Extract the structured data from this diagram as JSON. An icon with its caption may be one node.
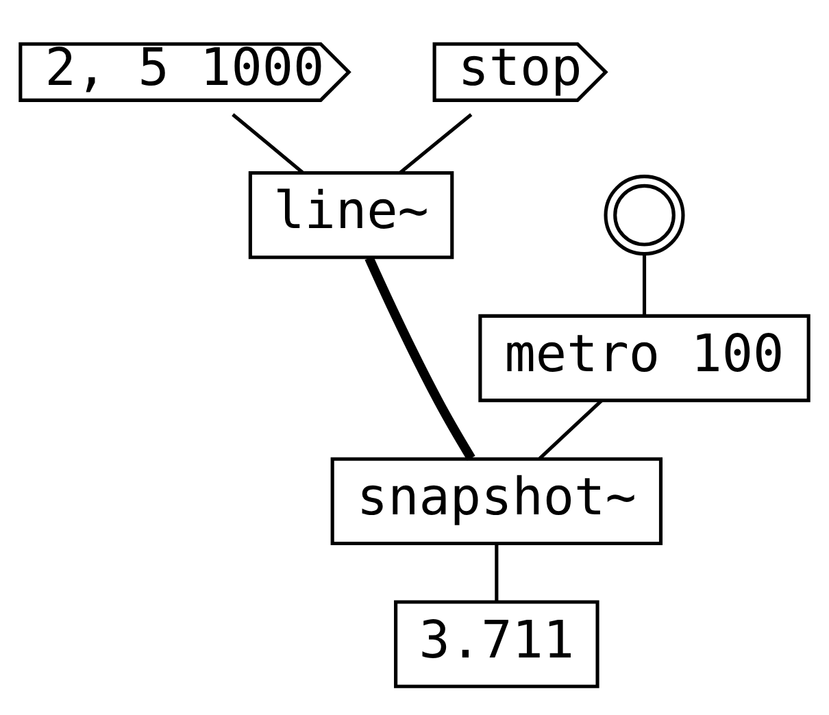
{
  "diagram": {
    "nodes": [
      {
        "text": [
          "2, 5 1000"
        ]
      },
      {
        "text": [
          "stop"
        ]
      },
      {
        "text": [
          "line~"
        ]
      },
      {
        "text": [],
        "shape": "circle"
      },
      {
        "text": [
          "metro 100"
        ]
      },
      {
        "text": [
          "snapshot~"
        ]
      },
      {
        "text": [
          "3.711"
        ]
      }
    ],
    "edges": [
      {
        "from": 0,
        "to": 2,
        "arrow": "none"
      },
      {
        "from": 1,
        "to": 2,
        "arrow": "none"
      },
      {
        "from": 3,
        "to": 4,
        "arrow": "none"
      },
      {
        "from": 2,
        "to": 5,
        "arrow": "none",
        "style": "thick"
      },
      {
        "from": 4,
        "to": 5,
        "arrow": "none"
      },
      {
        "from": 5,
        "to": 6,
        "arrow": "none"
      }
    ]
  }
}
